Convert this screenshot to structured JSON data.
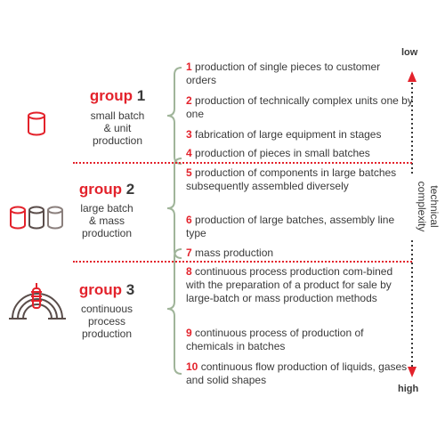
{
  "groups": [
    {
      "label": "group",
      "number": "1",
      "desc": "small batch\n& unit\nproduction",
      "icon": "cylinder-icon"
    },
    {
      "label": "group",
      "number": "2",
      "desc": "large batch\n& mass\nproduction",
      "icon": "cylinders-icon"
    },
    {
      "label": "group",
      "number": "3",
      "desc": "continuous\nprocess\nproduction",
      "icon": "pipe-icon"
    }
  ],
  "items": [
    {
      "num": "1",
      "text": " production of single pieces to customer orders"
    },
    {
      "num": "2",
      "text": " production of technically complex units one by one"
    },
    {
      "num": "3",
      "text": " fabrication of large equipment in stages"
    },
    {
      "num": "4",
      "text": " production of pieces in small batches"
    },
    {
      "num": "5",
      "text": " production of components in large batches subsequently assembled diversely"
    },
    {
      "num": "6",
      "text": " production of large batches, assembly line type"
    },
    {
      "num": "7",
      "text": " mass production"
    },
    {
      "num": "8",
      "text": " continuous process production com-bined with the preparation of a product for sale by large-batch or mass production methods"
    },
    {
      "num": "9",
      "text": " continuous process of production of chemicals in batches"
    },
    {
      "num": "10",
      "text": " continuous flow production of liquids, gases and solid shapes"
    }
  ],
  "axis": {
    "low": "low",
    "high": "high",
    "label": "technical\ncomplexity"
  },
  "colors": {
    "accent": "#e3222b",
    "text": "#3a3a3a",
    "brace": "#a0b59a"
  }
}
